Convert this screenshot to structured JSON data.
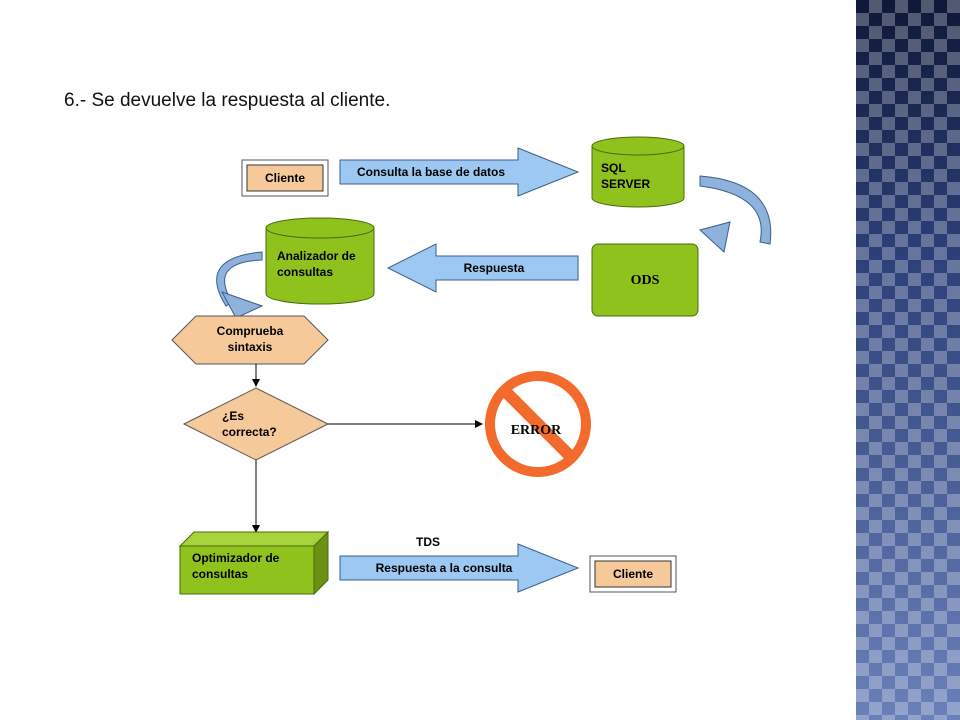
{
  "slide": {
    "title": "6.- Se devuelve la respuesta al cliente."
  },
  "diagram": {
    "cliente_top": "Cliente",
    "arrow_consulta": "Consulta la base de datos",
    "sql_server_line1": "SQL",
    "sql_server_line2": "SERVER",
    "ods": "ODS",
    "arrow_respuesta": "Respuesta",
    "analizador_line1": "Analizador de",
    "analizador_line2": "consultas",
    "comprueba_line1": "Comprueba",
    "comprueba_line2": "sintaxis",
    "es_correcta_line1": "¿Es",
    "es_correcta_line2": "correcta?",
    "error": "ERROR",
    "tds": "TDS",
    "optimizador_line1": "Optimizador de",
    "optimizador_line2": "consultas",
    "arrow_respuesta_consulta": "Respuesta a la consulta",
    "cliente_bottom": "Cliente"
  },
  "colors": {
    "green": "#8fc21c",
    "orange_box": "#f6c99b",
    "arrow_blue": "#9cc8f2",
    "curved_arrow": "#8fb2dd",
    "error_orange": "#f26b2d"
  }
}
